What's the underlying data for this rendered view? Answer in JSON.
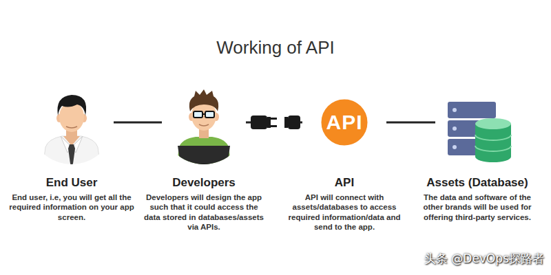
{
  "diagram": {
    "title": "Working of API",
    "nodes": [
      {
        "text": [
          "End User",
          "End user, i.e, you will get all the required information on your app screen."
        ]
      },
      {
        "text": [
          "Developers",
          "Developers will design the app such that it could access the data stored in databases/assets via APIs."
        ]
      },
      {
        "text": [
          "API",
          "API",
          "API will connect with assets/databases to access required information/data and send to the app."
        ]
      },
      {
        "text": [
          "Assets (Database)",
          "The data and software of the other brands will be used for offering third-party services."
        ]
      }
    ],
    "edges": [
      {
        "from": 0,
        "to": 1,
        "arrow": "none"
      },
      {
        "from": 1,
        "to": 2,
        "arrow": "none"
      },
      {
        "from": 2,
        "to": 3,
        "arrow": "none"
      }
    ],
    "labels": [
      "头条 @DevOps探路者"
    ]
  }
}
